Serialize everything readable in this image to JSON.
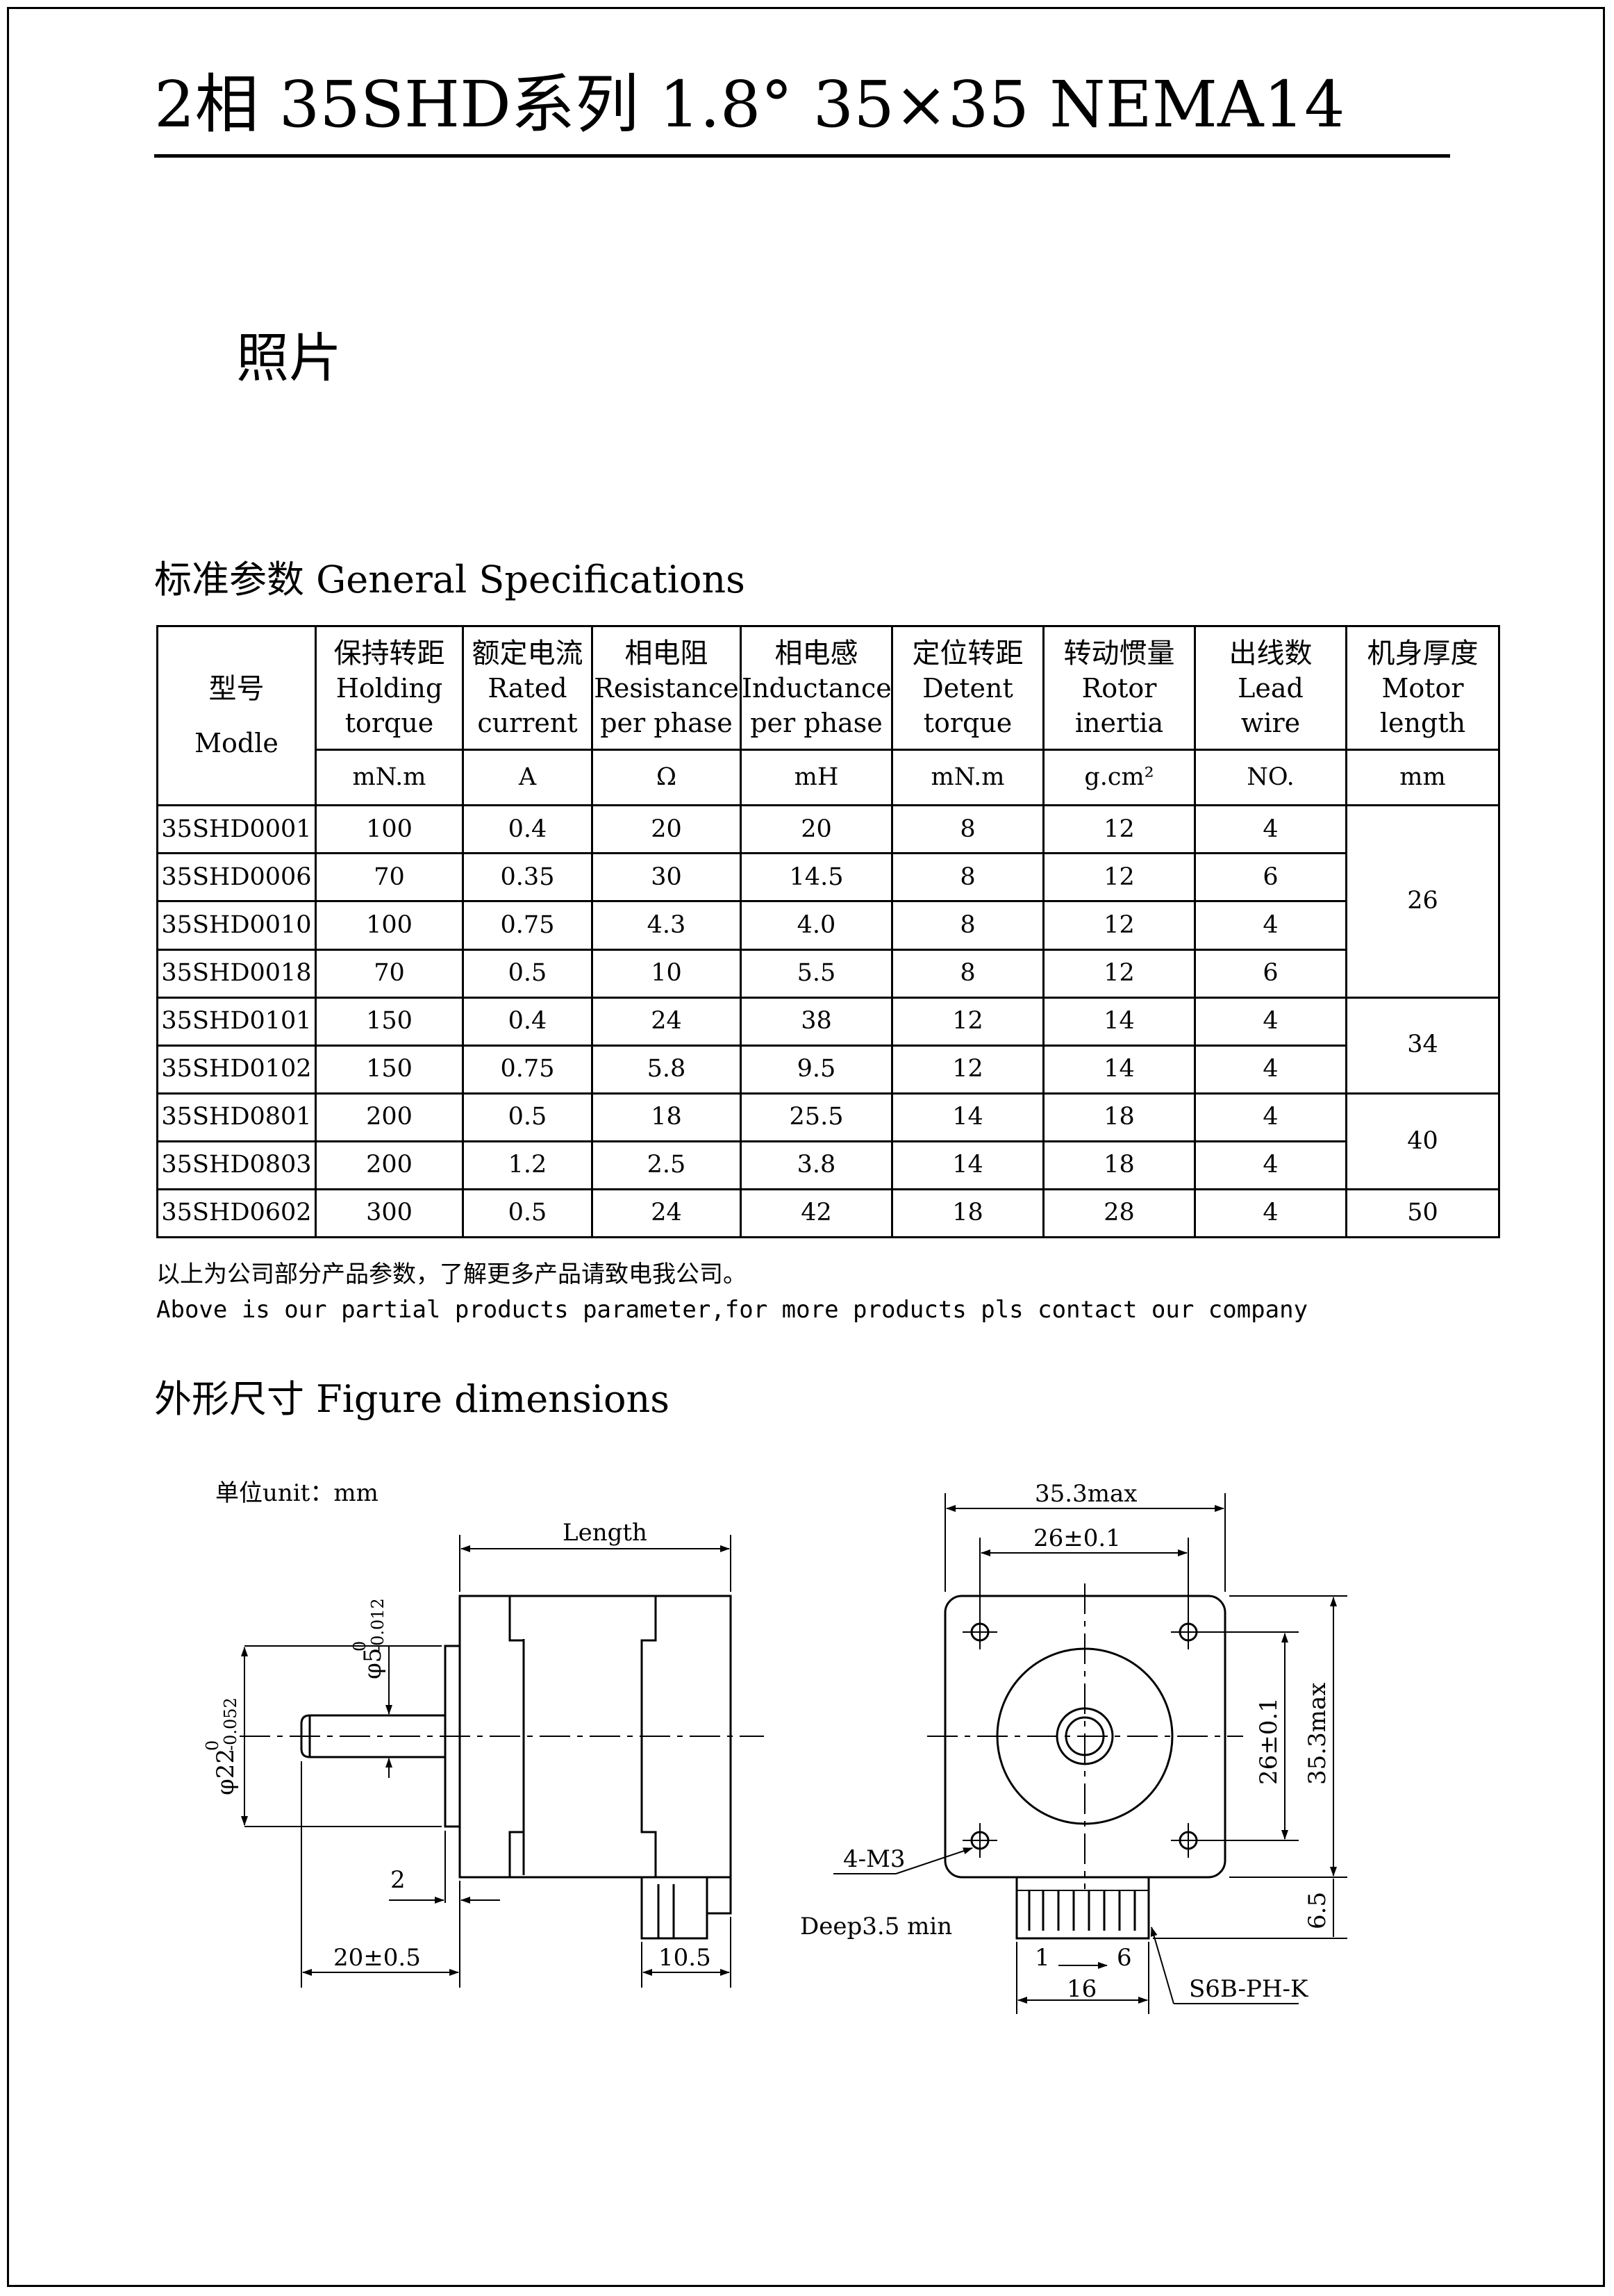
{
  "title": "2相 35SHD系列 1.8°   35×35  NEMA14",
  "photo_label": "照片",
  "specs": {
    "heading": "标准参数 General Specifications",
    "model_header": {
      "cn": "型号",
      "en": "Modle"
    },
    "columns": [
      {
        "cn": "保持转距",
        "en1": "Holding",
        "en2": "torque",
        "unit": "mN.m"
      },
      {
        "cn": "额定电流",
        "en1": "Rated",
        "en2": "current",
        "unit": "A"
      },
      {
        "cn": "相电阻",
        "en1": "Resistance",
        "en2": "per phase",
        "unit": "Ω"
      },
      {
        "cn": "相电感",
        "en1": "Inductance",
        "en2": "per phase",
        "unit": "mH"
      },
      {
        "cn": "定位转距",
        "en1": "Detent",
        "en2": "torque",
        "unit": "mN.m"
      },
      {
        "cn": "转动惯量",
        "en1": "Rotor",
        "en2": "inertia",
        "unit": "g.cm²"
      },
      {
        "cn": "出线数",
        "en1": "Lead",
        "en2": "wire",
        "unit": "NO."
      },
      {
        "cn": "机身厚度",
        "en1": "Motor",
        "en2": "length",
        "unit": "mm"
      }
    ],
    "rows": [
      {
        "model": "35SHD0001",
        "holding": "100",
        "current": "0.4",
        "resistance": "20",
        "inductance": "20",
        "detent": "8",
        "inertia": "12",
        "leads": "4"
      },
      {
        "model": "35SHD0006",
        "holding": "70",
        "current": "0.35",
        "resistance": "30",
        "inductance": "14.5",
        "detent": "8",
        "inertia": "12",
        "leads": "6"
      },
      {
        "model": "35SHD0010",
        "holding": "100",
        "current": "0.75",
        "resistance": "4.3",
        "inductance": "4.0",
        "detent": "8",
        "inertia": "12",
        "leads": "4"
      },
      {
        "model": "35SHD0018",
        "holding": "70",
        "current": "0.5",
        "resistance": "10",
        "inductance": "5.5",
        "detent": "8",
        "inertia": "12",
        "leads": "6"
      },
      {
        "model": "35SHD0101",
        "holding": "150",
        "current": "0.4",
        "resistance": "24",
        "inductance": "38",
        "detent": "12",
        "inertia": "14",
        "leads": "4"
      },
      {
        "model": "35SHD0102",
        "holding": "150",
        "current": "0.75",
        "resistance": "5.8",
        "inductance": "9.5",
        "detent": "12",
        "inertia": "14",
        "leads": "4"
      },
      {
        "model": "35SHD0801",
        "holding": "200",
        "current": "0.5",
        "resistance": "18",
        "inductance": "25.5",
        "detent": "14",
        "inertia": "18",
        "leads": "4"
      },
      {
        "model": "35SHD0803",
        "holding": "200",
        "current": "1.2",
        "resistance": "2.5",
        "inductance": "3.8",
        "detent": "14",
        "inertia": "18",
        "leads": "4"
      },
      {
        "model": "35SHD0602",
        "holding": "300",
        "current": "0.5",
        "resistance": "24",
        "inductance": "42",
        "detent": "18",
        "inertia": "28",
        "leads": "4"
      }
    ],
    "length_groups": [
      "26",
      "34",
      "40",
      "50"
    ]
  },
  "notes": {
    "cn": "以上为公司部分产品参数，了解更多产品请致电我公司。",
    "en": "Above is our partial products parameter,for more products pls contact our company"
  },
  "figure": {
    "heading": "外形尺寸 Figure dimensions",
    "unit": "单位unit：mm",
    "side": {
      "length": "Length",
      "shaft_dia": "φ5",
      "shaft_tol_top": "0",
      "shaft_tol_bot": "-0.012",
      "boss_dia": "φ22",
      "boss_tol_top": "0",
      "boss_tol_bot": "-0.052",
      "boss_height": "2",
      "shaft_length": "20±0.5",
      "connector": "10.5"
    },
    "front": {
      "width_max": "35.3max",
      "hole_spacing_h": "26±0.1",
      "hole_spacing_v": "26±0.1",
      "height_max": "35.3max",
      "connector_depth": "6.5",
      "thread": "4-M3",
      "thread_depth": "Deep3.5 min",
      "pin_first": "1",
      "pin_last": "6",
      "connector_width": "16",
      "connector_type": "S6B-PH-K"
    }
  }
}
